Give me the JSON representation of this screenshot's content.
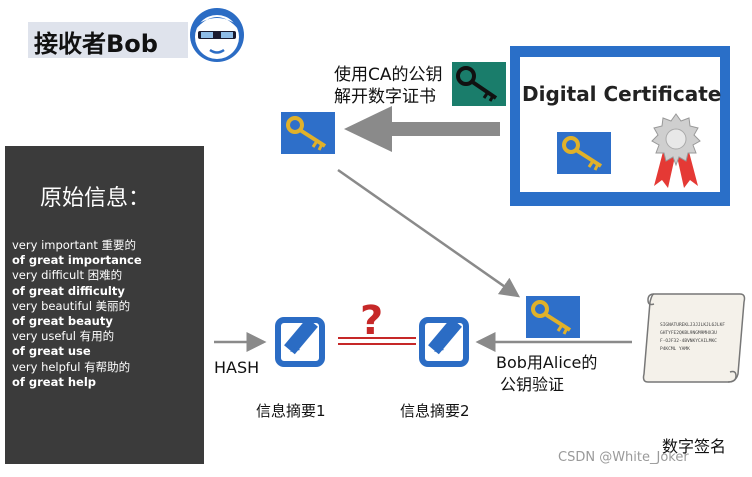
{
  "title": "接收者Bob",
  "key_note": {
    "line1": "使用CA的公钥",
    "line2": "解开数字证书"
  },
  "certificate": {
    "title": "Digital Certificate"
  },
  "panel": {
    "title": "原始信息：",
    "lines": [
      {
        "text": "very important 重要的",
        "bold": false
      },
      {
        "text": "of great importance",
        "bold": true
      },
      {
        "text": "very difficult 困难的",
        "bold": false
      },
      {
        "text": "of great difficulty",
        "bold": true
      },
      {
        "text": "very beautiful 美丽的",
        "bold": false
      },
      {
        "text": "of great beauty",
        "bold": true
      },
      {
        "text": "very useful 有用的",
        "bold": false
      },
      {
        "text": "of great use",
        "bold": true
      },
      {
        "text": "very helpful 有帮助的",
        "bold": false
      },
      {
        "text": "of great help",
        "bold": true
      }
    ]
  },
  "hash_label": "HASH",
  "digest1_label": "信息摘要1",
  "digest2_label": "信息摘要2",
  "question_mark": "?",
  "verify_note": {
    "line1": "Bob用Alice的",
    "line2": "公钥验证"
  },
  "scroll_text": [
    "SIGNATUREKLJ3JJLKJL6JLKF",
    "GHTYFE2QKBL9NGM9MHX3U",
    "F-OJF32-4BVNKYCAILMKC",
    "P4KCML YAMK"
  ],
  "signature_label": "数字签名",
  "watermark": "CSDN @White_Joker",
  "colors": {
    "cert_blue": "#2a6fc8",
    "panel_dark": "#3b3b3b",
    "digest_blue": "#2b6cc4",
    "question_red": "#c62828",
    "arrow_gray": "#8a8a8a"
  }
}
